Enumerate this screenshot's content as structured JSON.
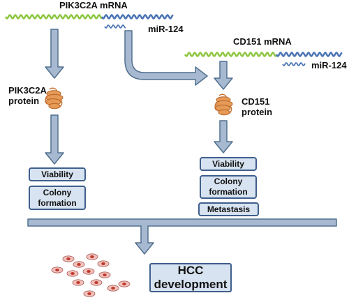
{
  "colors": {
    "mrna_wave": "#8dc63f",
    "mirna_wave": "#4a74b5",
    "arrow_fill": "#a7b9d0",
    "arrow_stroke": "#51708f",
    "box_fill": "#d7e3f0",
    "box_border": "#3f5f8c",
    "protein": "#e59a56",
    "cell_fill": "#f2c2bd",
    "cell_nucleus": "#c0392b"
  },
  "left_pathway": {
    "mrna_label": "PIK3C2A mRNA",
    "mirna_label": "miR-124",
    "protein_label": "PIK3C2A\nprotein",
    "protein_icon": "folded-protein-icon",
    "outcomes": [
      "Viability",
      "Colony\nformation"
    ]
  },
  "right_pathway": {
    "mrna_label": "CD151 mRNA",
    "mirna_label": "miR-124",
    "protein_label": "CD151\nprotein",
    "protein_icon": "folded-protein-icon",
    "outcomes": [
      "Viability",
      "Colony\nformation",
      "Metastasis"
    ]
  },
  "result": {
    "label": "HCC\ndevelopment",
    "icon": "cancer-cells-icon"
  }
}
